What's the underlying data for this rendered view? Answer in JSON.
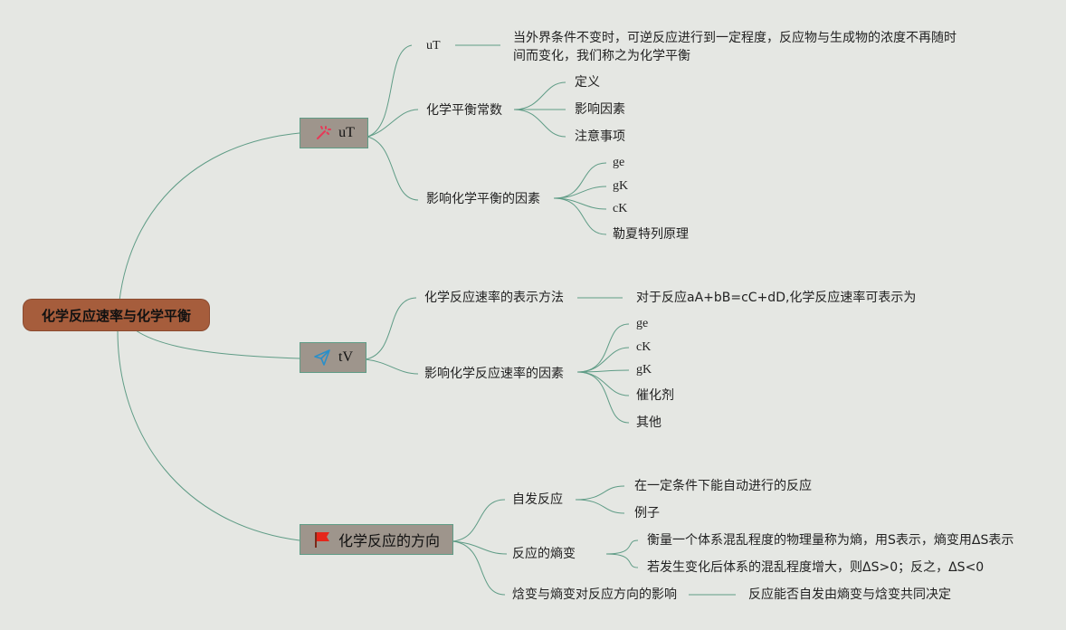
{
  "root": {
    "label": "化学反应速率与化学平衡"
  },
  "branches": [
    {
      "label": "uT",
      "icon": "magic-wand-icon",
      "children": [
        {
          "label": "uT",
          "children": [
            "当外界条件不变时，可逆反应进行到一定程度，反应物与生成物的浓度不再随时",
            "间而变化，我们称之为化学平衡"
          ]
        },
        {
          "label": "化学平衡常数",
          "children": [
            "定义",
            "影响因素",
            "注意事项"
          ]
        },
        {
          "label": "影响化学平衡的因素",
          "children": [
            "ge",
            "gK",
            "cK",
            "勒夏特列原理"
          ]
        }
      ]
    },
    {
      "label": "tV",
      "icon": "paper-plane-icon",
      "children": [
        {
          "label": "化学反应速率的表示方法",
          "children": [
            "对于反应aA+bB=cC+dD,化学反应速率可表示为"
          ]
        },
        {
          "label": "影响化学反应速率的因素",
          "children": [
            "ge",
            "cK",
            "gK",
            "催化剂",
            "其他"
          ]
        }
      ]
    },
    {
      "label": "化学反应的方向",
      "icon": "flag-icon",
      "children": [
        {
          "label": "自发反应",
          "children": [
            "在一定条件下能自动进行的反应",
            "例子"
          ]
        },
        {
          "label": "反应的熵变",
          "children": [
            "衡量一个体系混乱程度的物理量称为熵，用S表示，熵变用ΔS表示",
            "若发生变化后体系的混乱程度增大，则ΔS>0；反之，ΔS<0"
          ]
        },
        {
          "label": "焓变与熵变对反应方向的影响",
          "children": [
            "反应能否自发由熵变与焓变共同决定"
          ]
        }
      ]
    }
  ],
  "colors": {
    "background": "#e5e7e3",
    "root_fill": "#a65d3c",
    "branch_fill": "#9e958c",
    "line": "#5f9c86"
  }
}
